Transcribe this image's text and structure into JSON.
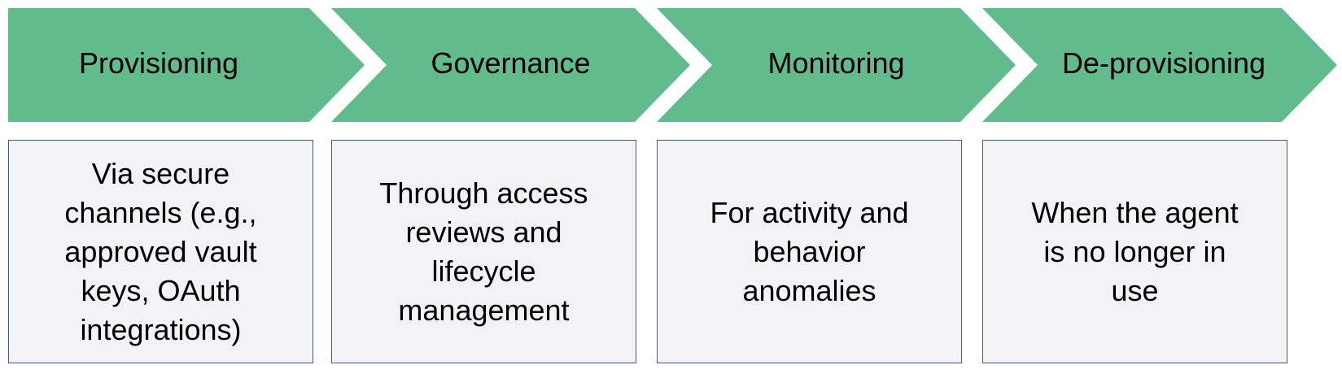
{
  "colors": {
    "chevron_fill": "#62bb8c",
    "box_fill": "#f3f2f5",
    "box_border": "#4d5874"
  },
  "stages": [
    {
      "title": "Provisioning",
      "lines": [
        "Via secure",
        "channels (e.g.,",
        "approved vault",
        "keys, OAuth",
        "integrations)"
      ]
    },
    {
      "title": "Governance",
      "lines": [
        "Through access",
        "reviews and",
        "lifecycle",
        "management"
      ]
    },
    {
      "title": "Monitoring",
      "lines": [
        "For activity and",
        "behavior",
        "anomalies"
      ]
    },
    {
      "title": "De-provisioning",
      "lines": [
        "When the agent",
        "is no longer in",
        "use"
      ]
    }
  ]
}
